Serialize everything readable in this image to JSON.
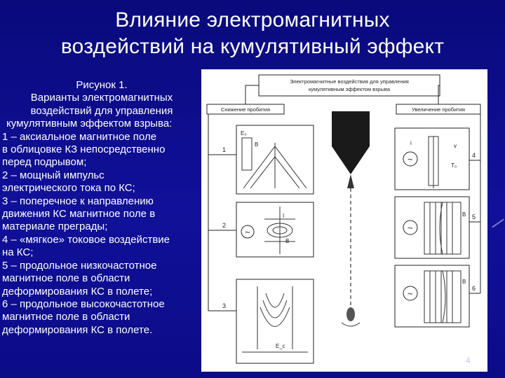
{
  "slide": {
    "title_line1": "Влияние электромагнитных",
    "title_line2": "воздействий на кумулятивный эффект",
    "page_number": "4"
  },
  "caption": {
    "heading": "Рисунок 1.",
    "lines": [
      "Варианты электромагнитных",
      "воздействий для управления",
      "кумулятивным эффектом взрыва:",
      "1 – аксиальное магнитное поле",
      "в облицовке КЗ  непосредственно",
      "перед подрывом;",
      "2 – мощный импульс",
      "электрического тока по КС;",
      "3 – поперечное к направлению",
      "движения КС магнитное поле в",
      "материале преграды;",
      "4 – «мягкое» токовое воздействие",
      "на КС;",
      "5 – продольное низкочастотное",
      "магнитное поле в области",
      "деформирования КС в полете;",
      "6 – продольное высокочастотное",
      "магнитное поле в области",
      "деформирования КС в полете."
    ]
  },
  "figure": {
    "header_line1": "Электромагнитные воздействия для управления",
    "header_line2": "кумулятивным эффектом взрыва",
    "left_label": "Снижение пробития",
    "right_label": "Увеличение пробития",
    "num_1": "1",
    "num_2": "2",
    "num_3": "3",
    "num_4": "4",
    "num_5": "5",
    "num_6": "6",
    "sym_e0": "E₀",
    "sym_b": "B",
    "sym_i": "I",
    "sym_v": "v",
    "sym_t0": "T₀",
    "sym_ec": "E_c",
    "sym_i2": "i",
    "ac_symbol": "~"
  }
}
